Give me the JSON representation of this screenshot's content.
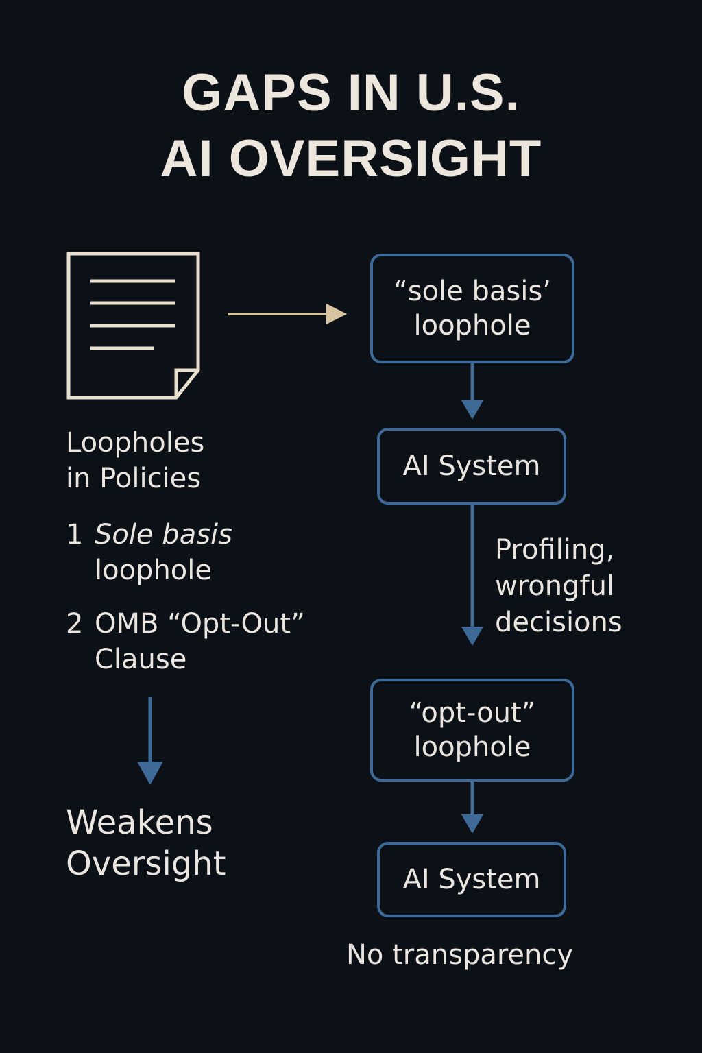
{
  "title": {
    "line1": "GAPS IN U.S.",
    "line2": "AI OVERSIGHT"
  },
  "left": {
    "heading": {
      "line1": "Loopholes",
      "line2": "in Policies"
    },
    "items": [
      {
        "num": "1",
        "line1": "Sole basis",
        "line2": "loophole"
      },
      {
        "num": "2",
        "line1": "OMB “Opt-Out”",
        "line2": "Clause"
      }
    ],
    "result": {
      "line1": "Weakens",
      "line2": "Oversight"
    }
  },
  "flow": {
    "box1": {
      "line1": "“sole basis’",
      "line2": "loophole"
    },
    "box2": {
      "label": "AI System"
    },
    "side_label": {
      "line1": "Profiling,",
      "line2": "wrongful",
      "line3": "decisions"
    },
    "box3": {
      "line1": "“opt-out”",
      "line2": "loophole"
    },
    "box4": {
      "label": "AI System"
    },
    "bottom_label": "No transparency"
  },
  "colors": {
    "background": "#0c1118",
    "text": "#ebe6df",
    "accent_blue": "#3f6a98",
    "accent_tan": "#d8c4a0"
  },
  "icons": {
    "document": "document-icon"
  }
}
